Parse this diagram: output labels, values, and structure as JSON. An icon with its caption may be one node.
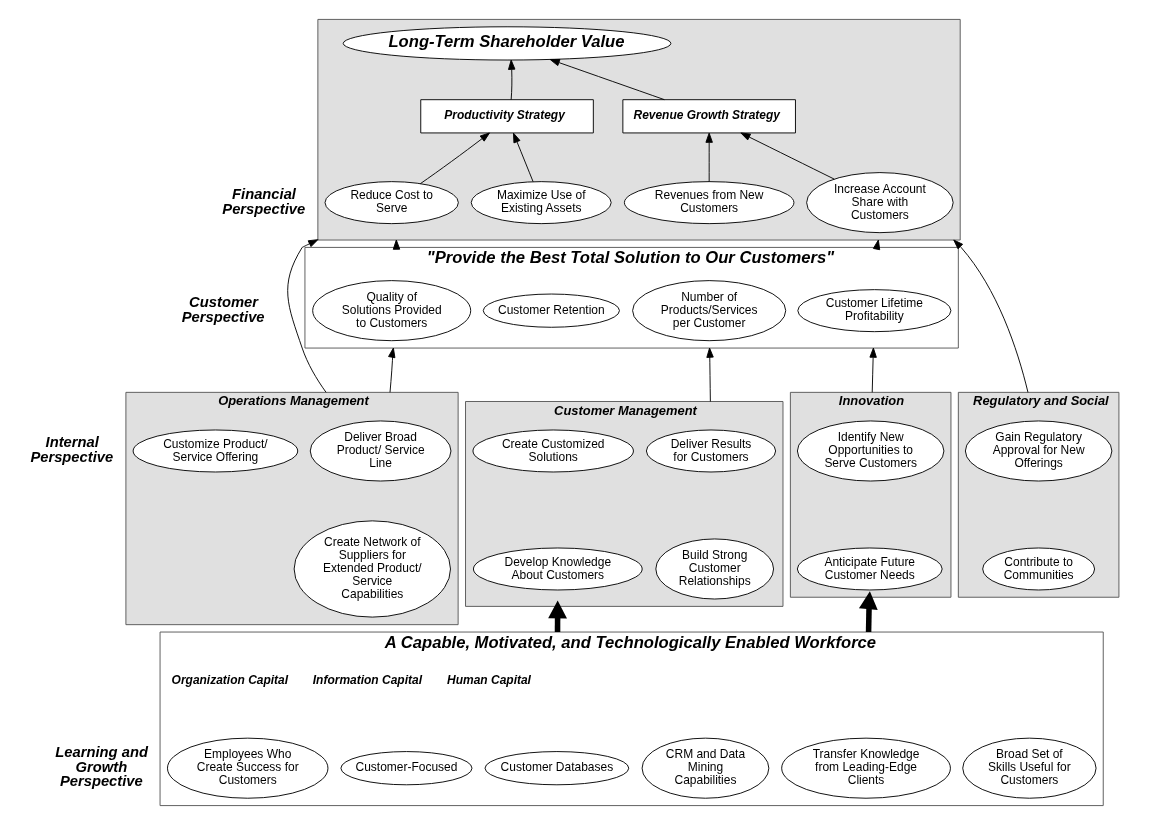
{
  "diagram": {
    "nodes": [
      {
        "text": [],
        "shape": "box"
      },
      {
        "text": [
          "Long-Term Shareholder Value"
        ],
        "in": 0
      },
      {
        "text": [
          "Productivity Strategy"
        ],
        "in": 0
      },
      {
        "text": [
          "Revenue Growth Strategy"
        ],
        "in": 0
      },
      {
        "text": [
          "Reduce Cost to Serve"
        ],
        "in": 0
      },
      {
        "text": [
          "Maximize Use of Existing Assets"
        ],
        "in": 0
      },
      {
        "text": [
          "Revenues from New Customers"
        ],
        "in": 0
      },
      {
        "text": [
          "Increase Account Share with Customers"
        ],
        "in": 0
      },
      {
        "text": [
          "\"Provide the Best Total Solution to Our Customers\""
        ]
      },
      {
        "text": [
          "Quality of Solutions Provided to Customers"
        ],
        "in": 8
      },
      {
        "text": [
          "Number of Products/Services per Customer"
        ],
        "in": 8
      },
      {
        "text": [
          "Customer Retention"
        ],
        "in": 8
      },
      {
        "text": [
          "Customer Lifetime Profitability"
        ],
        "in": 8
      },
      {
        "text": [
          "Operations Management"
        ]
      },
      {
        "text": [
          "Deliver Broad Product/ Service Line"
        ],
        "in": 13
      },
      {
        "text": [
          "Customize Product/ Service Offering"
        ],
        "in": 13
      },
      {
        "text": [
          "Create Network of Suppliers for Extended Product/ Service Capabilities"
        ],
        "in": 13
      },
      {
        "text": [
          "Customer Management"
        ]
      },
      {
        "text": [
          "Deliver Results for Customers"
        ],
        "in": 17
      },
      {
        "text": [
          "Create Customized Solutions"
        ],
        "in": 17
      },
      {
        "text": [
          "Build Strong Customer Relationships"
        ],
        "in": 17
      },
      {
        "text": [
          "Develop Knowledge About Customers"
        ],
        "in": 17
      },
      {
        "text": [
          "Innovation"
        ]
      },
      {
        "text": [
          "Identify New Opportunities to Serve Customers"
        ],
        "in": 22
      },
      {
        "text": [
          "Anticipate Future Customer Needs"
        ],
        "in": 22
      },
      {
        "text": [
          "Regulatory and Social"
        ]
      },
      {
        "text": [
          "Gain Regulatory Approval for New Offerings"
        ],
        "in": 25
      },
      {
        "text": [
          "Contribute to Communities"
        ],
        "in": 25
      },
      {
        "text": [
          "A Capable, Motivated, and Technologically Enabled Workforce"
        ]
      },
      {
        "text": [
          "Employees Who Create Success for Customers"
        ],
        "in": 28
      },
      {
        "text": [
          "Broad Set of Skills Useful for Customers"
        ],
        "in": 28
      },
      {
        "text": [
          "Customer Databases"
        ],
        "in": 28
      },
      {
        "text": [
          "CRM and Data Mining Capabilities"
        ],
        "in": 28
      },
      {
        "text": [
          "Transfer Knowledge from Leading-Edge Clients"
        ],
        "in": 28
      },
      {
        "text": [
          "Customer-Focused"
        ],
        "in": 28
      }
    ],
    "edges": [
      {
        "from": 2,
        "to": 1,
        "arrow": "to"
      },
      {
        "from": 3,
        "to": 1,
        "arrow": "to"
      },
      {
        "from": 4,
        "to": 2,
        "arrow": "to"
      },
      {
        "from": 5,
        "to": 2,
        "arrow": "to"
      },
      {
        "from": 6,
        "to": 3,
        "arrow": "to"
      },
      {
        "from": 7,
        "to": 3,
        "arrow": "to"
      },
      {
        "from": 8,
        "to": 0,
        "arrow": "to"
      },
      {
        "from": 8,
        "to": 0,
        "arrow": "to"
      },
      {
        "from": 13,
        "to": 0,
        "arrow": "to"
      },
      {
        "from": 25,
        "to": 0,
        "arrow": "to"
      },
      {
        "from": 13,
        "to": 8,
        "arrow": "to"
      },
      {
        "from": 17,
        "to": 8,
        "arrow": "to"
      },
      {
        "from": 22,
        "to": 8,
        "arrow": "to"
      },
      {
        "from": 28,
        "to": 17,
        "arrow": "to",
        "style": "thick"
      },
      {
        "from": 28,
        "to": 22,
        "arrow": "to",
        "style": "thick"
      }
    ],
    "labels": [
      "Financial Perspective",
      "Customer Perspective",
      "Internal Perspective",
      "Learning and Growth Perspective",
      "Human Capital",
      "Information Capital",
      "Organization Capital"
    ]
  }
}
